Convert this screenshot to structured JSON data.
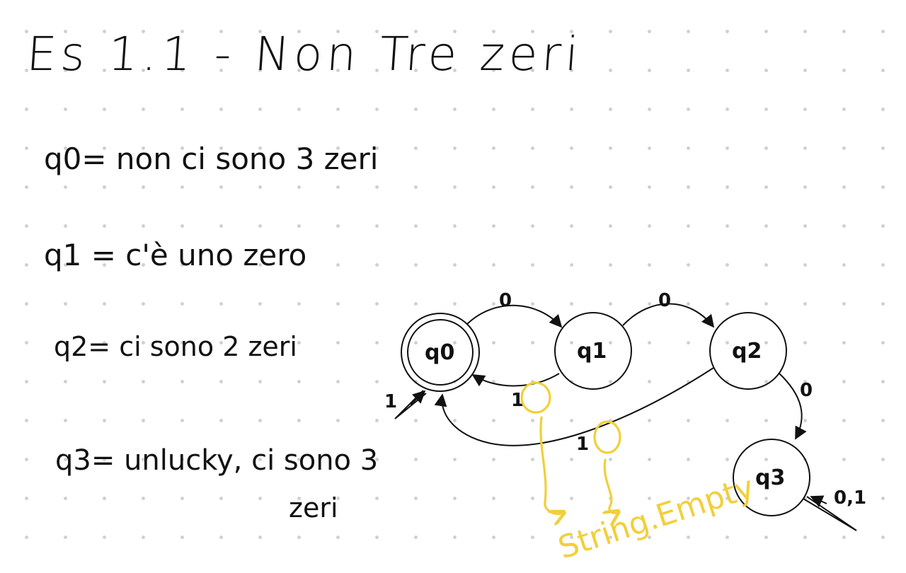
{
  "title": "Es 1.1 - Non Tre zeri",
  "definitions": {
    "q0": "q0= non ci sono 3 zeri",
    "q1": "q1 = c'è uno zero",
    "q2": "q2= ci sono 2 zeri",
    "q3_line1": "q3= unlucky, ci sono 3",
    "q3_line2": "zeri"
  },
  "automaton": {
    "states": [
      "q0",
      "q1",
      "q2",
      "q3"
    ],
    "accepting": [
      "q0"
    ],
    "start": "q0",
    "transitions": [
      {
        "from": "q0",
        "to": "q1",
        "label": "0"
      },
      {
        "from": "q1",
        "to": "q2",
        "label": "0"
      },
      {
        "from": "q2",
        "to": "q3",
        "label": "0"
      },
      {
        "from": "q1",
        "to": "q0",
        "label": "1"
      },
      {
        "from": "q2",
        "to": "q0",
        "label": "1"
      },
      {
        "from": "q0",
        "to": "q0",
        "label": "1"
      },
      {
        "from": "q3",
        "to": "q3",
        "label": "0,1"
      }
    ]
  },
  "annotation": {
    "text": "String.Empty",
    "color": "#f2cf3a"
  }
}
